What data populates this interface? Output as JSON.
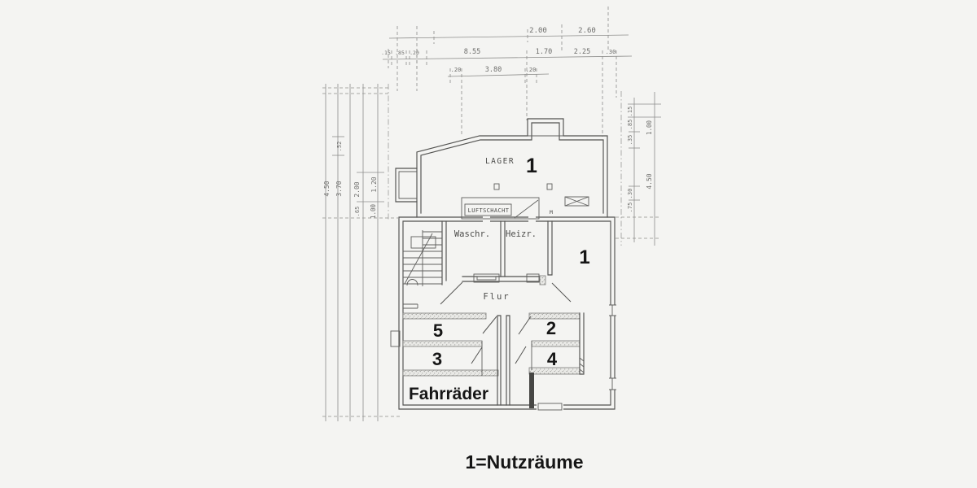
{
  "page": {
    "type": "scanned basement floor plan",
    "legend": "1=Nutzräume",
    "colors": {
      "paper": "#f4f4f2",
      "ink": "#525250",
      "dim_ink": "#8d8d8b",
      "bold_text": "#161616"
    }
  },
  "rooms": {
    "lager": "LAGER",
    "lager_number": "1",
    "luftschacht": "LUFTSCHACHT",
    "m_mark": "M",
    "waschr": "Waschr.",
    "heizr": "Heizr.",
    "flur": "Flur",
    "room_right_number": "1",
    "room_5": "5",
    "room_3": "3",
    "room_2": "2",
    "room_4": "4",
    "fahrraeder": "Fahrräder"
  },
  "dimensions": {
    "top_row1": [
      "2.00",
      "2.60"
    ],
    "top_row2": [
      ".15",
      ".85",
      ".20",
      "8.55",
      "1.70",
      "2.25",
      ".30"
    ],
    "top_row3": [
      ".20",
      "3.80",
      ".20"
    ],
    "left_column": [
      "4.50",
      "3.70",
      ".52",
      "2.00",
      "1.20",
      ".65",
      "1.00"
    ],
    "right_column": [
      ".15",
      ".85",
      ".35",
      ".30",
      ".75",
      "1.00",
      "4.50"
    ]
  }
}
